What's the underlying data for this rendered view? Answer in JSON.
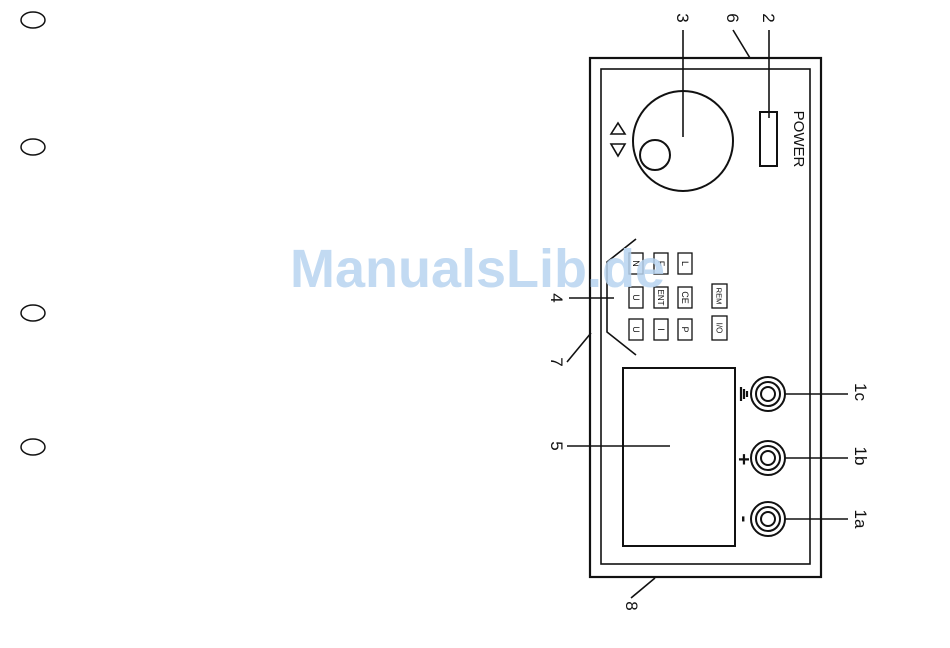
{
  "callouts": {
    "terminal_neg": "1a",
    "terminal_pos": "1b",
    "terminal_gnd": "1c",
    "power_switch": "2",
    "rotary_knob": "3",
    "keypad": "4",
    "display": "5",
    "top_edge": "6",
    "front_panel": "7",
    "bottom_edge": "8"
  },
  "power_label": "POWER",
  "keys": {
    "u_left": "U",
    "u_right": "U",
    "n": "N",
    "i": "I",
    "ent": "ENT",
    "f": "F",
    "p": "P",
    "ce": "CE",
    "l": "L",
    "io": "I/O",
    "rem": "REM"
  },
  "terminal_signs": {
    "neg": "-",
    "pos": "+"
  },
  "watermark": "ManualsLib.de"
}
